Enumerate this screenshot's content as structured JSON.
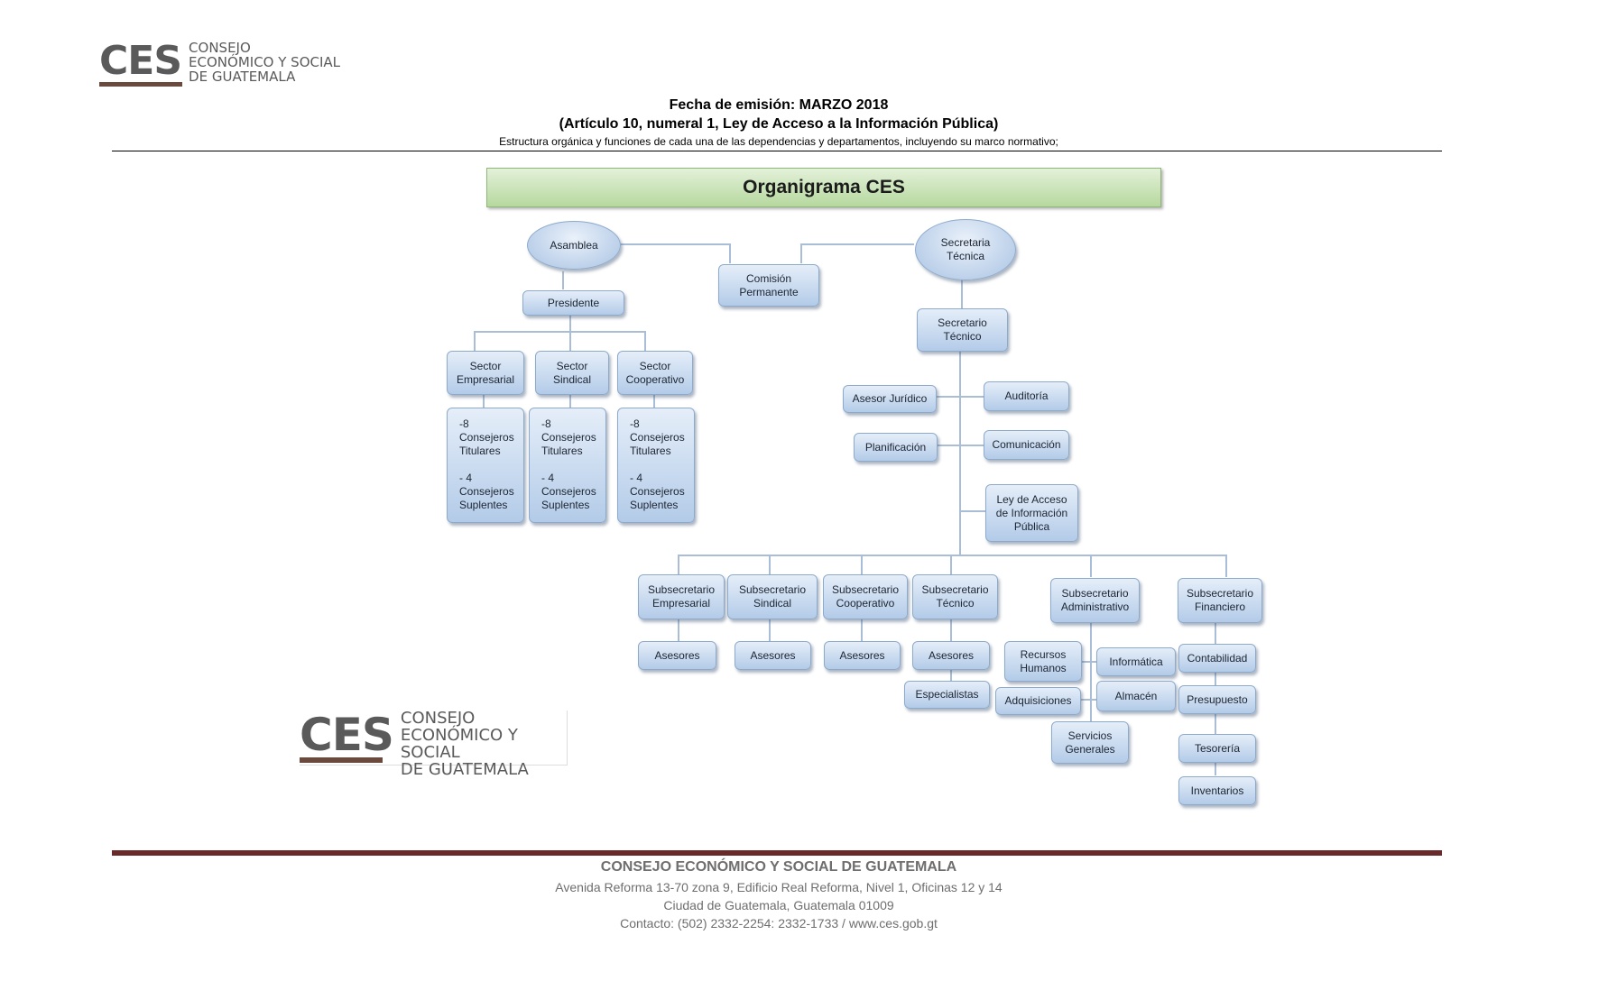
{
  "logo_top": {
    "mark": "CES",
    "line1": "CONSEJO",
    "line2": "ECONÓMICO Y SOCIAL",
    "line3": "DE GUATEMALA"
  },
  "logo_bottom": {
    "mark": "CES",
    "line1": "CONSEJO",
    "line2": "ECONÓMICO Y SOCIAL",
    "line3": "DE GUATEMALA"
  },
  "header": {
    "line1": "Fecha de emisión: MARZO 2018",
    "line2": "(Artículo 10, numeral 1, Ley de Acceso a la Información Pública)",
    "line3": "Estructura orgánica y funciones de cada una de las dependencias y departamentos, incluyendo su marco normativo;"
  },
  "chart": {
    "title": "Organigrama CES",
    "asamblea": "Asamblea",
    "secretaria_tecnica": "Secretaria\nTécnica",
    "comision": "Comisión\nPermanente",
    "presidente": "Presidente",
    "sector_empresarial": "Sector\nEmpresarial",
    "sector_sindical": "Sector\nSindical",
    "sector_cooperativo": "Sector\nCooperativo",
    "consejeros": "-8\nConsejeros\nTitulares\n\n- 4\nConsejeros\nSuplentes",
    "secretario_tecnico": "Secretario\nTécnico",
    "asesor_juridico": "Asesor Jurídico",
    "auditoria": "Auditoría",
    "planificacion": "Planificación",
    "comunicacion": "Comunicación",
    "ley_acceso": "Ley de Acceso\nde Información\nPública",
    "sub_empresarial": "Subsecretario\nEmpresarial",
    "sub_sindical": "Subsecretario\nSindical",
    "sub_cooperativo": "Subsecretario\nCooperativo",
    "sub_tecnico": "Subsecretario\nTécnico",
    "sub_administrativo": "Subsecretario\nAdministrativo",
    "sub_financiero": "Subsecretario\nFinanciero",
    "asesores": "Asesores",
    "especialistas": "Especialistas",
    "recursos_humanos": "Recursos\nHumanos",
    "informatica": "Informática",
    "adquisiciones": "Adquisiciones",
    "almacen": "Almacén",
    "servicios_generales": "Servicios\nGenerales",
    "contabilidad": "Contabilidad",
    "presupuesto": "Presupuesto",
    "tesoreria": "Tesorería",
    "inventarios": "Inventarios"
  },
  "footer": {
    "org": "CONSEJO ECONÓMICO Y SOCIAL DE GUATEMALA",
    "address": "Avenida Reforma 13-70 zona 9, Edificio Real Reforma, Nivel 1, Oficinas 12 y 14",
    "city": "Ciudad de Guatemala, Guatemala 01009",
    "contact": "Contacto: (502) 2332-2254: 2332-1733 /  www.ces.gob.gt"
  },
  "colors": {
    "accent_bar": "#6a2a2a",
    "box_fill": "#b3cbe8",
    "banner_fill": "#b6d89e",
    "logo_gray": "#5a5a5a"
  }
}
